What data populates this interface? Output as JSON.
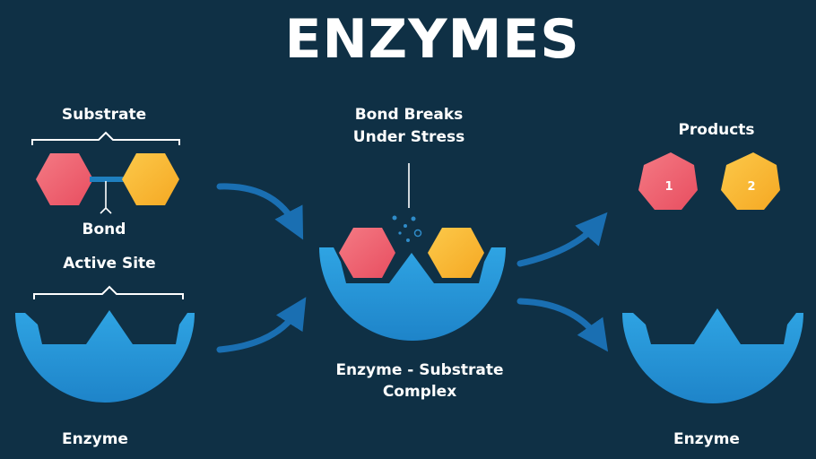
{
  "title": "ENZYMES",
  "labels": {
    "substrate": "Substrate",
    "bond": "Bond",
    "active_site": "Active Site",
    "enzyme_left": "Enzyme",
    "bond_breaks_line1": "Bond Breaks",
    "bond_breaks_line2": "Under Stress",
    "complex_line1": "Enzyme - Substrate",
    "complex_line2": "Complex",
    "products": "Products",
    "enzyme_right": "Enzyme"
  },
  "product_numbers": [
    "1",
    "2"
  ],
  "colors": {
    "background": "#0f3045",
    "enzyme": "#2a9ad8",
    "enzyme_dark": "#1d7cbc",
    "substrate_red": "#f0606e",
    "substrate_yellow": "#f9bb2f",
    "bond_link": "#1f7fbf",
    "arrow": "#1a6fb2",
    "text": "#ffffff"
  }
}
